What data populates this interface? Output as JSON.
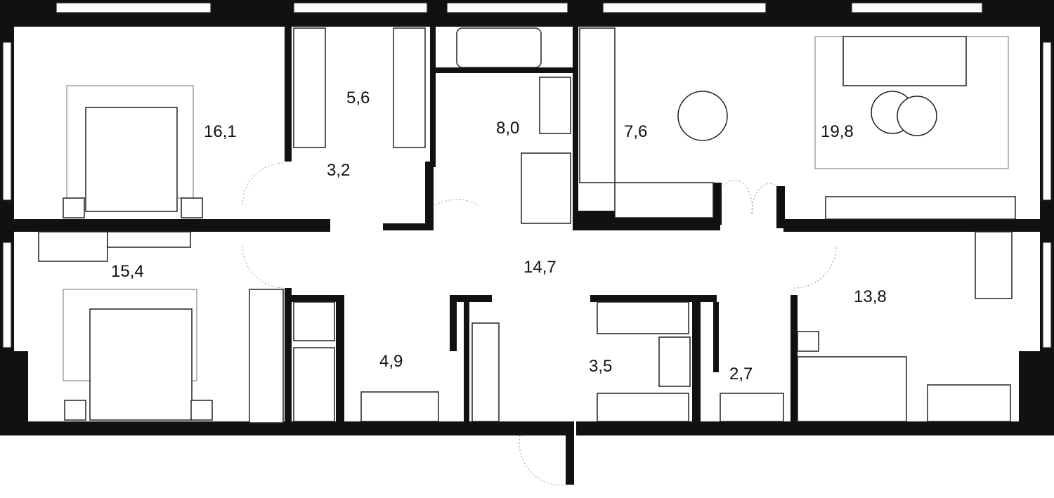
{
  "plan": {
    "rooms": [
      {
        "id": "bedroom-1",
        "area": "16,1"
      },
      {
        "id": "wardrobe-1",
        "area": "5,6"
      },
      {
        "id": "bathroom-1",
        "area": "8,0"
      },
      {
        "id": "kitchen",
        "area": "7,6"
      },
      {
        "id": "living-room",
        "area": "19,8"
      },
      {
        "id": "corridor-1",
        "area": "3,2"
      },
      {
        "id": "bedroom-2",
        "area": "15,4"
      },
      {
        "id": "hall",
        "area": "14,7"
      },
      {
        "id": "bedroom-3",
        "area": "13,8"
      },
      {
        "id": "bathroom-2",
        "area": "4,9"
      },
      {
        "id": "wardrobe-2",
        "area": "3,5"
      },
      {
        "id": "bathroom-3",
        "area": "2,7"
      }
    ]
  }
}
